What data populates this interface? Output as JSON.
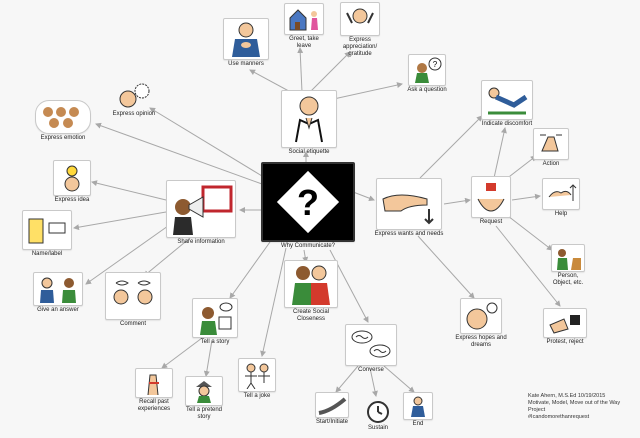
{
  "center": {
    "label": "Why Communicate?",
    "symbol": "?"
  },
  "nodes": {
    "use_manners": "Use manners",
    "greet": "Greet, take leave",
    "appreciation": "Express appreciation/ gratitude",
    "ask_question": "Ask a question",
    "social_etiquette": "Social etiquette",
    "express_opinion": "Express opinion",
    "express_emotion": "Express emotion",
    "express_idea": "Express idea",
    "share_information": "Share information",
    "name_label": "Name/label",
    "give_answer": "Give an answer",
    "comment": "Comment",
    "tell_story": "Tell a story",
    "create_closeness": "Create Social Closeness",
    "tell_joke": "Tell a joke",
    "recall": "Recall past experiences",
    "pretend_story": "Tell a pretend story",
    "converse": "Converse",
    "start_initiate": "Start/Initiate",
    "sustain": "Sustain",
    "end": "End",
    "express_wants": "Express wants and needs",
    "request": "Request",
    "indicate_discomfort": "Indicate discomfort",
    "action": "Action",
    "help": "Help",
    "person_object": "Person, Object, etc.",
    "hopes_dreams": "Express hopes and dreams",
    "protest": "Protest, reject"
  },
  "credit": {
    "line1": "Kate Ahern, M.S.Ed 10/19/2015",
    "line2": "Motivate, Model, Move out of the Way Project",
    "line3": "#Icandomorethanrequest"
  },
  "colors": {
    "arrow": "#a8a8a8",
    "center_bg": "#000000",
    "skin": "#f3c79b",
    "card_border": "#c9c9c9"
  },
  "icons": {
    "use_manners": "person-hand-on-chest-icon",
    "greet": "house-waving-person-icon",
    "appreciation": "praying-hands-person-icon",
    "ask_question": "person-question-bubble-icon",
    "social_etiquette": "person-praying-hands-icon",
    "express_opinion": "thought-bubble-head-icon",
    "express_emotion": "emotion-faces-icon",
    "express_idea": "lightbulb-head-icon",
    "share_information": "person-megaphone-icon",
    "name_label": "label-tag-icon",
    "give_answer": "two-people-talking-icon",
    "comment": "two-people-chatting-icon",
    "tell_story": "person-reading-book-icon",
    "create_closeness": "two-friends-hugging-icon",
    "tell_joke": "laughing-people-icon",
    "recall": "finger-string-reminder-icon",
    "pretend_story": "pretend-character-icon",
    "converse": "speech-bubbles-icon",
    "start_initiate": "starting-road-icon",
    "sustain": "stopwatch-icon",
    "end": "person-arms-raised-icon",
    "express_wants": "pointing-hand-icon",
    "request": "open-hands-icon",
    "indicate_discomfort": "person-fallen-icon",
    "action": "hand-with-arrows-icon",
    "help": "helping-hands-icon",
    "person_object": "person-and-cat-icon",
    "hopes_dreams": "dreaming-face-icon",
    "protest": "hand-pushing-away-icon"
  }
}
